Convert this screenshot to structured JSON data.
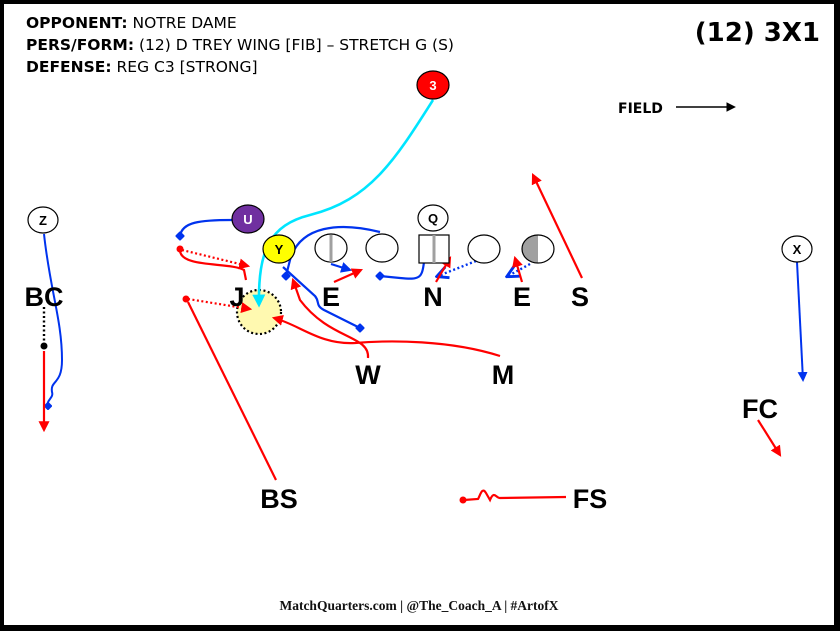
{
  "header": {
    "opponent_label": "OPPONENT:",
    "opponent_value": "NOTRE DAME",
    "persform_label": "PERS/FORM:",
    "persform_value": "(12) D TREY WING [FIB] – STRETCH G (S)",
    "defense_label": "DEFENSE:",
    "defense_value": "REG C3 [STRONG]"
  },
  "formation_tag": "(12) 3X1",
  "field_direction_label": "FIELD",
  "offense": {
    "ball_carrier": {
      "label": "3",
      "color": "#ff0000"
    },
    "U": {
      "label": "U",
      "color": "#7030a0"
    },
    "Y": {
      "label": "Y",
      "color": "#ffff00"
    },
    "Q": {
      "label": "Q"
    },
    "Z": {
      "label": "Z"
    },
    "X": {
      "label": "X"
    }
  },
  "defense": {
    "BC": "BC",
    "J": "J",
    "E_left": "E",
    "N": "N",
    "E_right": "E",
    "S": "S",
    "W": "W",
    "M": "M",
    "FC": "FC",
    "BS": "BS",
    "FS": "FS"
  },
  "colors": {
    "defense_route": "#ff0000",
    "offense_block": "#0033ee",
    "ball_path": "#00e5ff",
    "hole_fill": "#fff9b0",
    "split_gray": "#a0a0a0"
  },
  "footer": "MatchQuarters.com | @The_Coach_A | #ArtofX"
}
